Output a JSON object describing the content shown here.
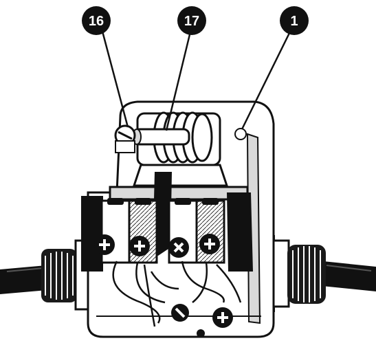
{
  "callouts": [
    {
      "id": "c16",
      "label": "16"
    },
    {
      "id": "c17",
      "label": "17"
    },
    {
      "id": "c1",
      "label": "1"
    }
  ],
  "colors": {
    "ink": "#111111",
    "paper": "#ffffff",
    "shade": "#d9d9d9",
    "mid": "#8c8c8c"
  },
  "icons": [
    "plus-icon",
    "cross-icon",
    "screw-icon",
    "cable-gland-icon",
    "pressure-spring-icon"
  ]
}
